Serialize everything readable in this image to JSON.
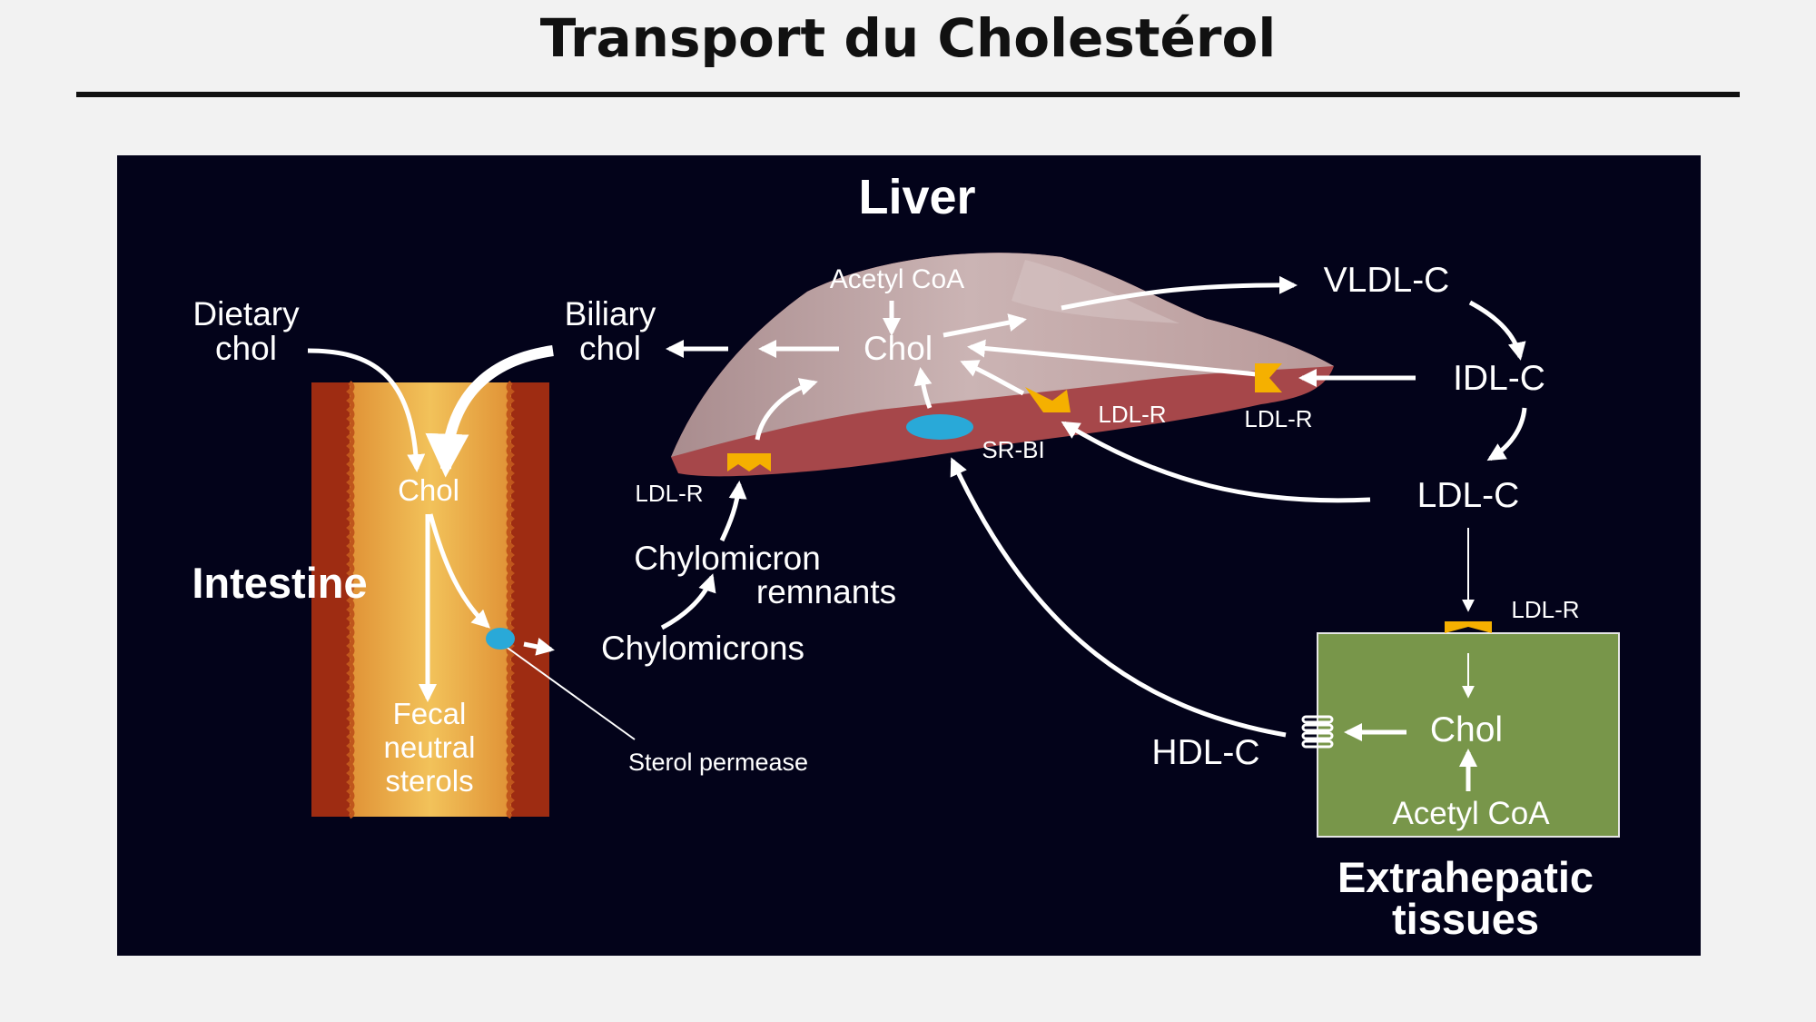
{
  "title": "Transport du Cholestérol",
  "diagram": {
    "organs": {
      "liver": "Liver",
      "intestine": "Intestine",
      "extrahepatic_line1": "Extrahepatic",
      "extrahepatic_line2": "tissues"
    },
    "liver_labels": {
      "acetyl_coa": "Acetyl CoA",
      "chol": "Chol"
    },
    "intestine_labels": {
      "dietary_line1": "Dietary",
      "dietary_line2": "chol",
      "biliary_line1": "Biliary",
      "biliary_line2": "chol",
      "chol": "Chol",
      "fecal_line1": "Fecal",
      "fecal_line2": "neutral",
      "fecal_line3": "sterols",
      "sterol_permease": "Sterol permease"
    },
    "lipoproteins": {
      "vldl": "VLDL-C",
      "idl": "IDL-C",
      "ldl": "LDL-C",
      "hdl": "HDL-C",
      "chylomicrons": "Chylomicrons",
      "chylo_remnants_line1": "Chylomicron",
      "chylo_remnants_line2": "remnants"
    },
    "receptors": {
      "ldlr_remnant": "LDL-R",
      "ldlr_liver": "LDL-R",
      "ldlr_idl": "LDL-R",
      "ldlr_tissue": "LDL-R",
      "srbi": "SR-BI"
    },
    "tissue_labels": {
      "chol": "Chol",
      "acetyl_coa": "Acetyl CoA"
    },
    "colors": {
      "background": "#03031a",
      "receptor": "#f5b000",
      "transporter": "#29a9d8",
      "tissue_box": "#78964a",
      "intestine_outer": "#9e2c12",
      "intestine_inner": "#e2a84a"
    }
  }
}
